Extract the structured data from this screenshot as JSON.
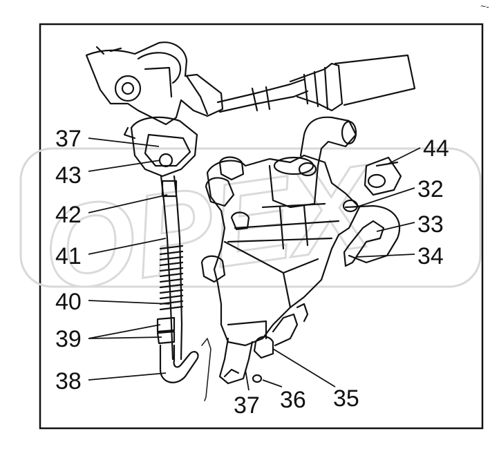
{
  "corner_mark": "~-",
  "watermark": "OPEX",
  "callouts": [
    {
      "id": "c37a",
      "text": "37"
    },
    {
      "id": "c43",
      "text": "43"
    },
    {
      "id": "c42",
      "text": "42"
    },
    {
      "id": "c41",
      "text": "41"
    },
    {
      "id": "c40",
      "text": "40"
    },
    {
      "id": "c39",
      "text": "39"
    },
    {
      "id": "c38",
      "text": "38"
    },
    {
      "id": "c37b",
      "text": "37"
    },
    {
      "id": "c36",
      "text": "36"
    },
    {
      "id": "c35",
      "text": "35"
    },
    {
      "id": "c34",
      "text": "34"
    },
    {
      "id": "c33",
      "text": "33"
    },
    {
      "id": "c32",
      "text": "32"
    },
    {
      "id": "c44",
      "text": "44"
    }
  ]
}
